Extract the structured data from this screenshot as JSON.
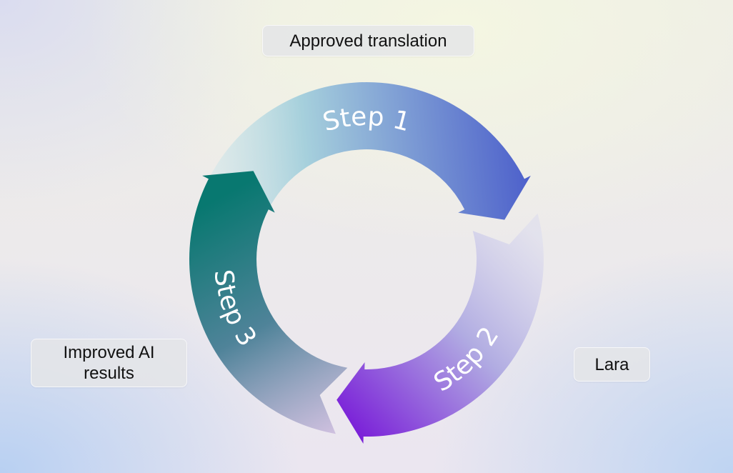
{
  "labels": {
    "approved": "Approved translation",
    "improved": "Improved AI results",
    "lara": "Lara"
  },
  "steps": [
    {
      "label": "Step 1",
      "color_start": "#cfe6ea",
      "color_end": "#4d60cb"
    },
    {
      "label": "Step 2",
      "color_start": "#d9daee",
      "color_end": "#7a1fd8"
    },
    {
      "label": "Step 3",
      "color_start": "#0a7a70",
      "color_end": "#cbb9de"
    }
  ]
}
